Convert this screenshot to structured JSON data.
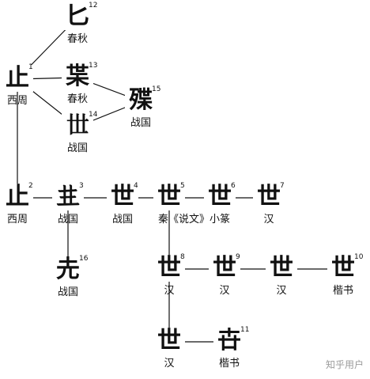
{
  "nodes": [
    {
      "id": "n1",
      "glyph": "止",
      "num": "1",
      "label": "西周"
    },
    {
      "id": "n12",
      "glyph": "匕",
      "num": "12",
      "label": "春秋"
    },
    {
      "id": "n13",
      "glyph": "枼",
      "num": "13",
      "label": "春秋"
    },
    {
      "id": "n14",
      "glyph": "𠀍",
      "num": "14",
      "label": "战国"
    },
    {
      "id": "n15",
      "glyph": "殜",
      "num": "15",
      "label": "战国"
    },
    {
      "id": "n2",
      "glyph": "止",
      "num": "2",
      "label": "西周"
    },
    {
      "id": "n3",
      "glyph": "𠀎",
      "num": "3",
      "label": "战国"
    },
    {
      "id": "n4",
      "glyph": "世",
      "num": "4",
      "label": "战国"
    },
    {
      "id": "n5",
      "glyph": "世",
      "num": "5",
      "label": "秦《说文》小篆"
    },
    {
      "id": "n6",
      "glyph": "世",
      "num": "6",
      "label": ""
    },
    {
      "id": "n7",
      "glyph": "世",
      "num": "7",
      "label": "汉"
    },
    {
      "id": "n16",
      "glyph": "圥",
      "num": "16",
      "label": "战国"
    },
    {
      "id": "n8",
      "glyph": "世",
      "num": "8",
      "label": "汉"
    },
    {
      "id": "n9",
      "glyph": "世",
      "num": "9",
      "label": "汉"
    },
    {
      "id": "n10a",
      "glyph": "世",
      "num": "",
      "label": "汉"
    },
    {
      "id": "n10",
      "glyph": "世",
      "num": "10",
      "label": "楷书"
    },
    {
      "id": "n11a",
      "glyph": "世",
      "num": "",
      "label": "汉"
    },
    {
      "id": "n11",
      "glyph": "卋",
      "num": "11",
      "label": "楷书"
    }
  ],
  "edges": [
    [
      "n1",
      "n12"
    ],
    [
      "n1",
      "n13"
    ],
    [
      "n1",
      "n14"
    ],
    [
      "n13",
      "n15"
    ],
    [
      "n14",
      "n15"
    ],
    [
      "n1",
      "n2"
    ],
    [
      "n2",
      "n3"
    ],
    [
      "n3",
      "n4"
    ],
    [
      "n4",
      "n5"
    ],
    [
      "n5",
      "n6"
    ],
    [
      "n6",
      "n7"
    ],
    [
      "n3",
      "n16"
    ],
    [
      "n5",
      "n8"
    ],
    [
      "n8",
      "n9"
    ],
    [
      "n9",
      "n10a"
    ],
    [
      "n10a",
      "n10"
    ],
    [
      "n8",
      "n11a"
    ],
    [
      "n11a",
      "n11"
    ]
  ],
  "watermark": "知乎用户",
  "colors": {
    "ink": "#111111",
    "background": "#ffffff",
    "watermark": "#9a9a9a"
  }
}
